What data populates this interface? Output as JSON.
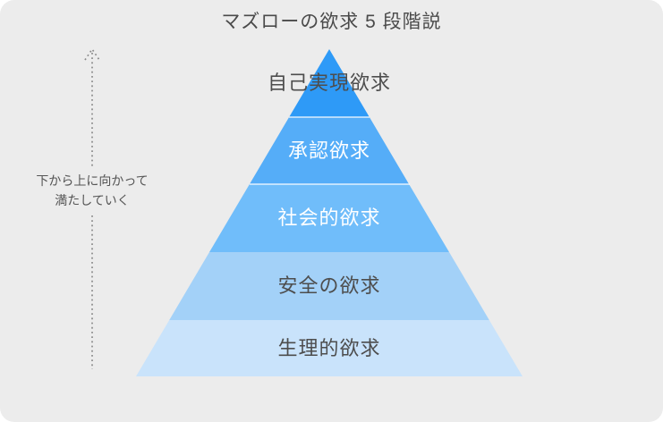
{
  "page": {
    "background_color": "#ececec",
    "outer_background_color": "#ffffff"
  },
  "title": "マズローの欲求 5 段階説",
  "annotation": {
    "line1": "下から上に向かって",
    "line2": "満たしていく",
    "icon": "dotted-up-arrow-icon",
    "dot_color": "#8a8a8a",
    "text_color": "#555555"
  },
  "pyramid": {
    "separator_color": "rgba(255,255,255,0.6)",
    "levels": [
      {
        "rank": 1,
        "label": "自己実現欲求",
        "color": "#2e9af7",
        "text_color": "#4d4d4d"
      },
      {
        "rank": 2,
        "label": "承認欲求",
        "color": "#55adf8",
        "text_color": "#ffffff"
      },
      {
        "rank": 3,
        "label": "社会的欲求",
        "color": "#70bdfa",
        "text_color": "#ffffff"
      },
      {
        "rank": 4,
        "label": "安全の欲求",
        "color": "#a3d1f8",
        "text_color": "#4d4d4d"
      },
      {
        "rank": 5,
        "label": "生理的欲求",
        "color": "#c9e3fb",
        "text_color": "#4d4d4d"
      }
    ]
  }
}
